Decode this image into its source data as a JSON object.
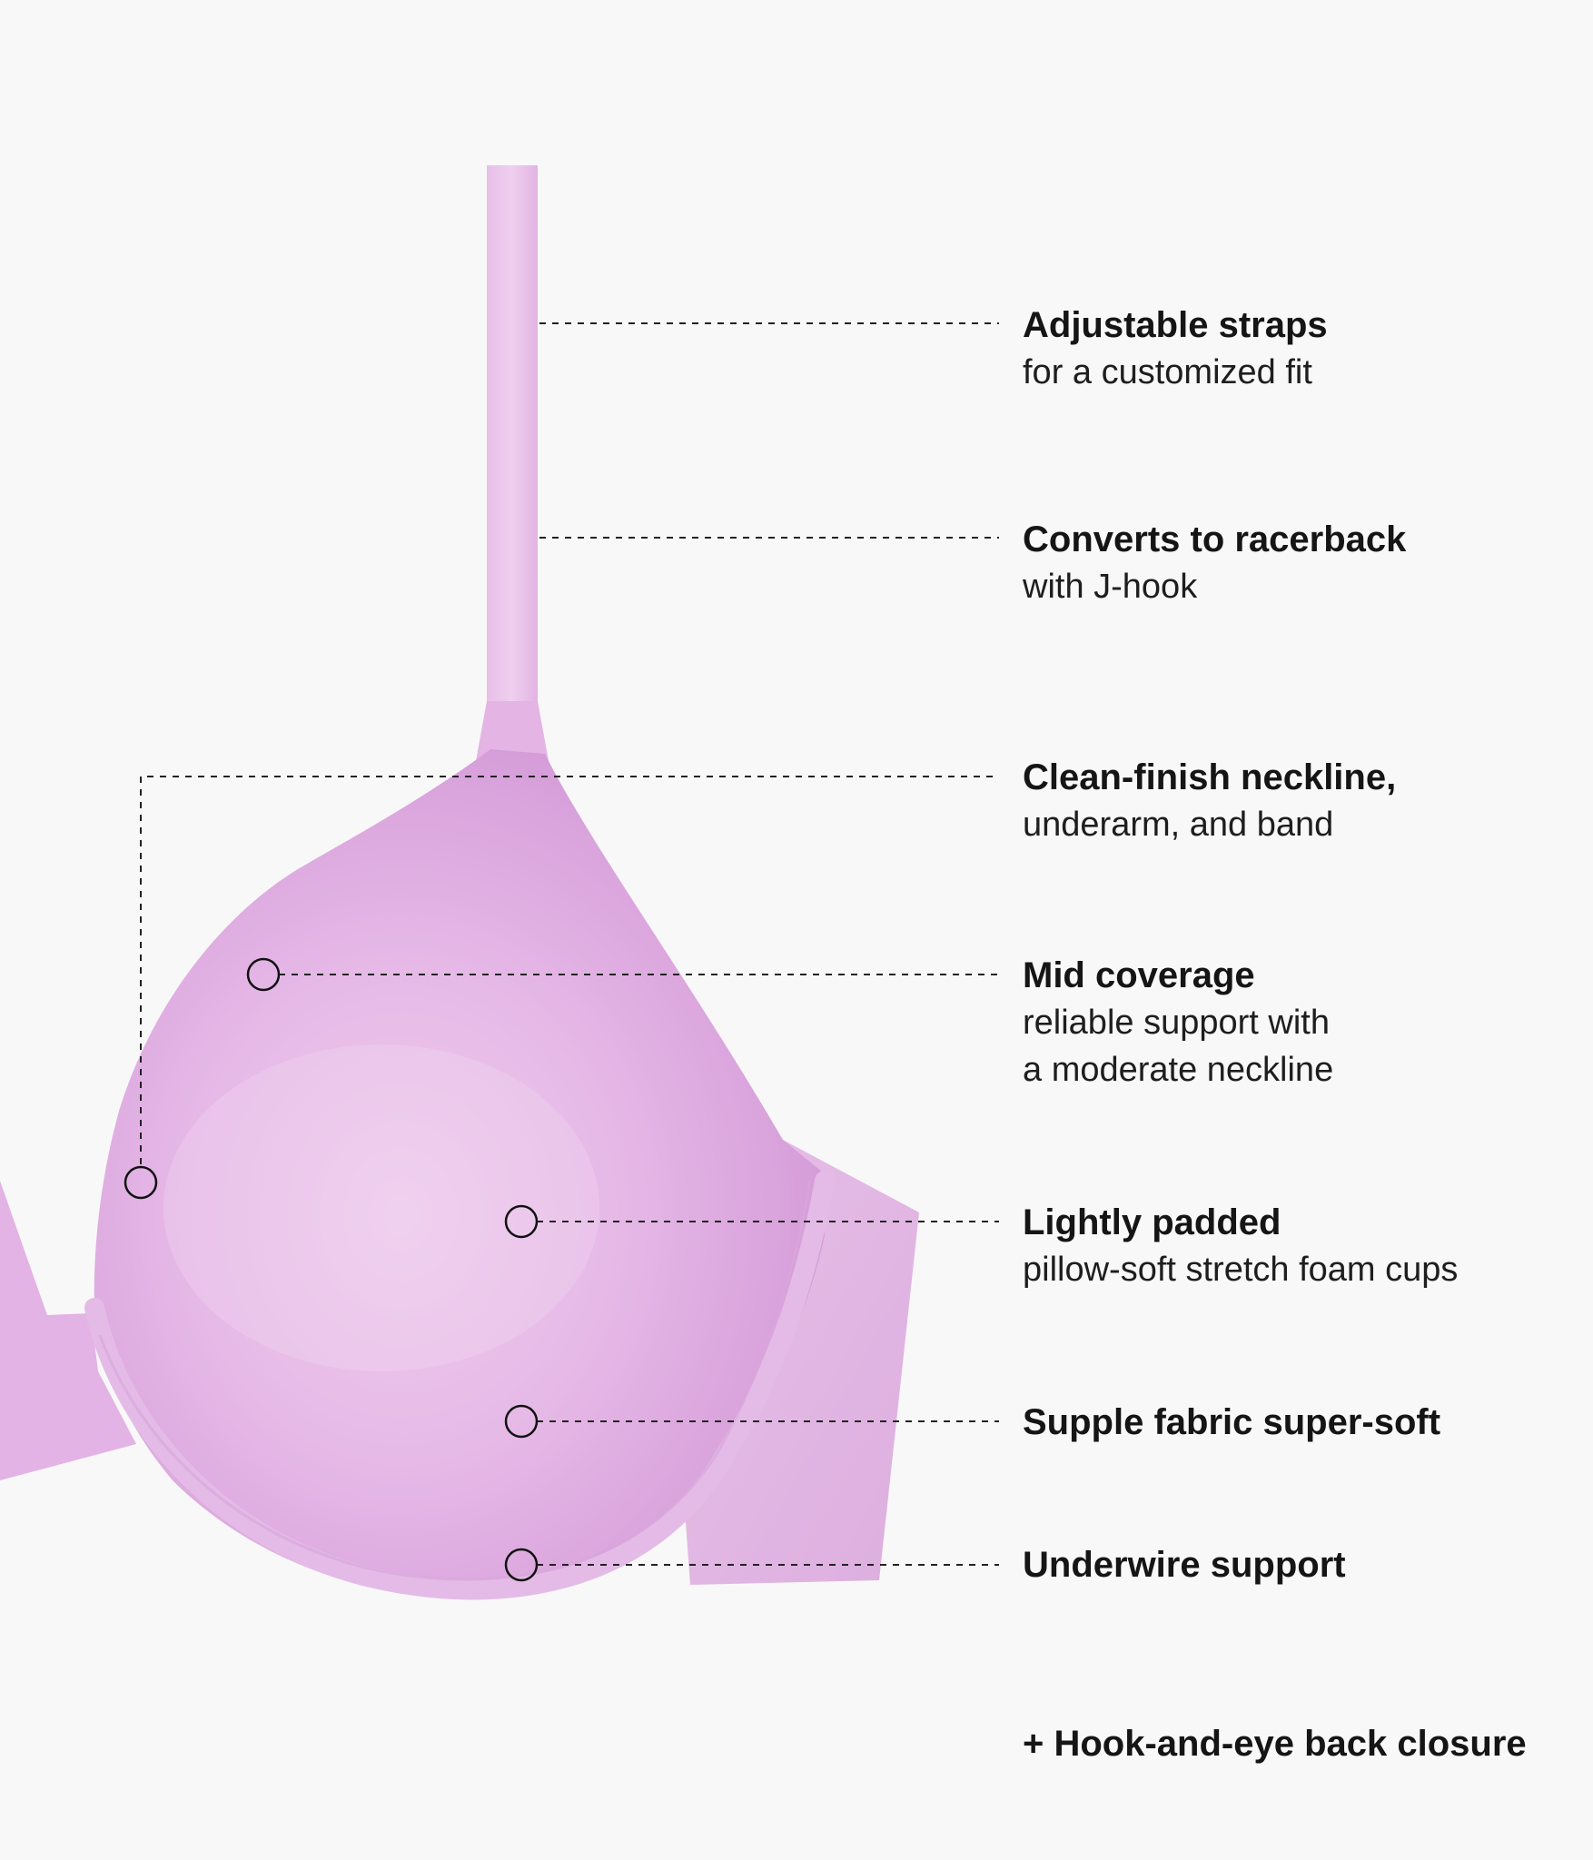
{
  "colors": {
    "background": "#f8f8f8",
    "product": "#e6b8e6",
    "product_shade": "#d69ad8",
    "leader_line": "#222222",
    "text": "#151515"
  },
  "features": [
    {
      "title": "Adjustable straps",
      "description": "for a customized fit"
    },
    {
      "title": "Converts to racerback",
      "description": "with J-hook"
    },
    {
      "title": "Clean-finish neckline,",
      "description": "underarm, and band"
    },
    {
      "title": "Mid coverage",
      "description": "reliable support with",
      "description_2": "a moderate neckline"
    },
    {
      "title": "Lightly padded",
      "description": "pillow-soft stretch foam cups"
    },
    {
      "title": "Supple fabric super-soft"
    },
    {
      "title": "Underwire support"
    },
    {
      "title": "+ Hook-and-eye back closure"
    }
  ]
}
